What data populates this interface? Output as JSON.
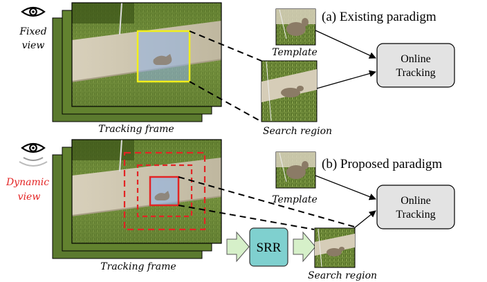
{
  "top": {
    "view_label_line1": "Fixed",
    "view_label_line2": "view",
    "frame_caption": "Tracking frame",
    "paradigm_title": "(a) Existing paradigm",
    "template_caption": "Template",
    "search_caption": "Search region",
    "tracking_box_line1": "Online",
    "tracking_box_line2": "Tracking"
  },
  "bottom": {
    "view_label_line1": "Dynamic",
    "view_label_line2": "view",
    "frame_caption": "Tracking frame",
    "paradigm_title": "(b) Proposed paradigm",
    "template_caption": "Template",
    "search_caption": "Search region",
    "tracking_box_line1": "Online",
    "tracking_box_line2": "Tracking",
    "srr_label": "SRR"
  },
  "colors": {
    "grass": "#6f8a3a",
    "grass_dark": "#4d6424",
    "sidewalk": "#cfc6b0",
    "fixed_box": "#f2ef1a",
    "dynamic_box": "#e32424",
    "search_overlay": "#8fb3e8",
    "tracking_box_fill": "#e3e3e3",
    "srr_fill": "#7fd0cf",
    "arrow_fill": "#d6f0c9",
    "dynamic_label": "#e32424"
  },
  "icons": {
    "eye": "eye-icon"
  }
}
